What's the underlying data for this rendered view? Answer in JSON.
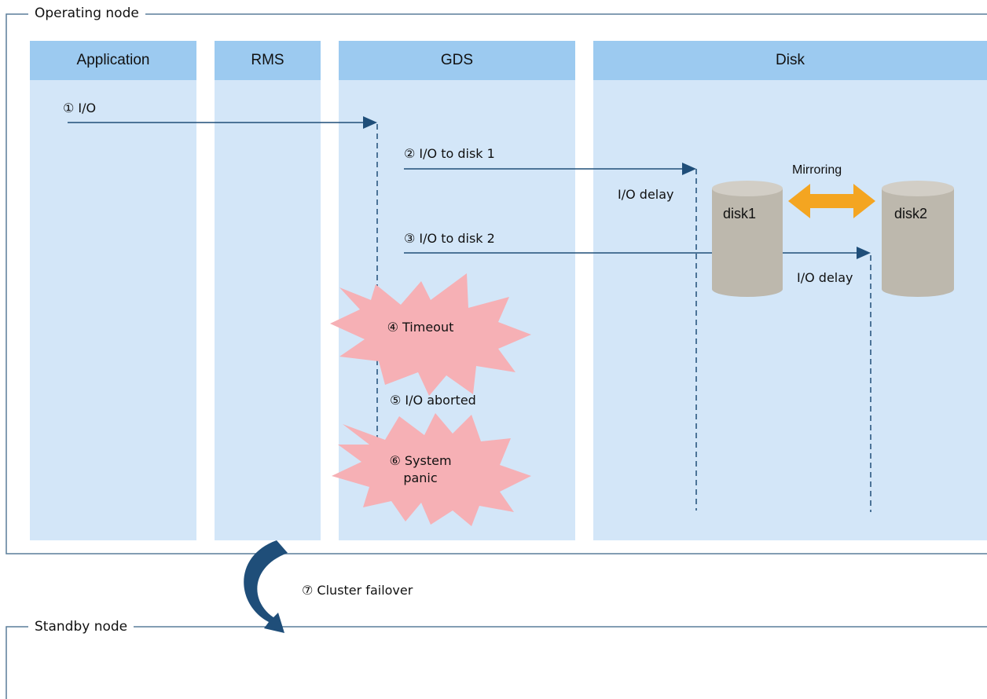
{
  "nodes": {
    "operating": "Operating node",
    "standby": "Standby node"
  },
  "columns": {
    "application": "Application",
    "rms": "RMS",
    "gds": "GDS",
    "disk": "Disk"
  },
  "steps": {
    "step1": "① I/O",
    "step2": "② I/O to disk 1",
    "step3": "③ I/O to disk 2",
    "step4": "④ Timeout",
    "step5": "⑤ I/O aborted",
    "step6_line1": "⑥  System",
    "step6_line2": "panic",
    "step7": "⑦ Cluster failover"
  },
  "disks": {
    "disk1": "disk1",
    "disk2": "disk2",
    "mirroring": "Mirroring",
    "delay1": "I/O delay",
    "delay2": "I/O delay"
  },
  "colors": {
    "column_bg": "#d3e6f8",
    "column_header": "#9ccaf0",
    "arrow": "#1f4e79",
    "burst": "#f6b0b5",
    "disk": "#bdb8ad",
    "mirror_arrow": "#f4a521",
    "frame": "#5a7d9a"
  }
}
